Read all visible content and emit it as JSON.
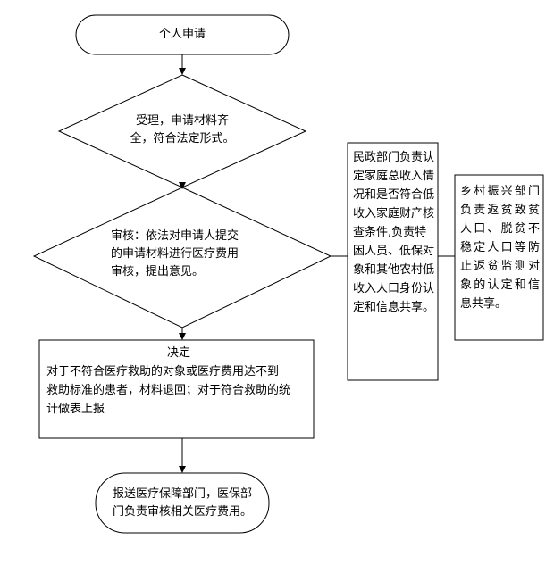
{
  "nodes": {
    "start": "个人申请",
    "accept": {
      "line1": "受理，申请材料齐",
      "line2": "全，符合法定形式。"
    },
    "review": {
      "line1": "审核：依法对申请人提交",
      "line2": "的申请材料进行医疗费用",
      "line3": "审核，提出意见。"
    },
    "decision": {
      "title": "决定",
      "line1": "对于不符合医疗救助的对象或医疗费用达不到",
      "line2": "救助标准的患者，材料退回；对于符合救助的统",
      "line3": "计做表上报"
    },
    "end": {
      "line1": "报送医疗保障部门，医保部",
      "line2": "门负责审核相关医疗费用。"
    },
    "civil_affairs": "民政部门负责认定家庭总收入情况和是否符合低收入家庭财产核查条件,负责特困人员、低保对象和其他农村低收入人口身份认定和信息共享。",
    "rural_revitalization": "乡村振兴部门负责返贫致贫人口、脱贫不稳定人口等防止返贫监测对象的认定和信息共享。"
  }
}
